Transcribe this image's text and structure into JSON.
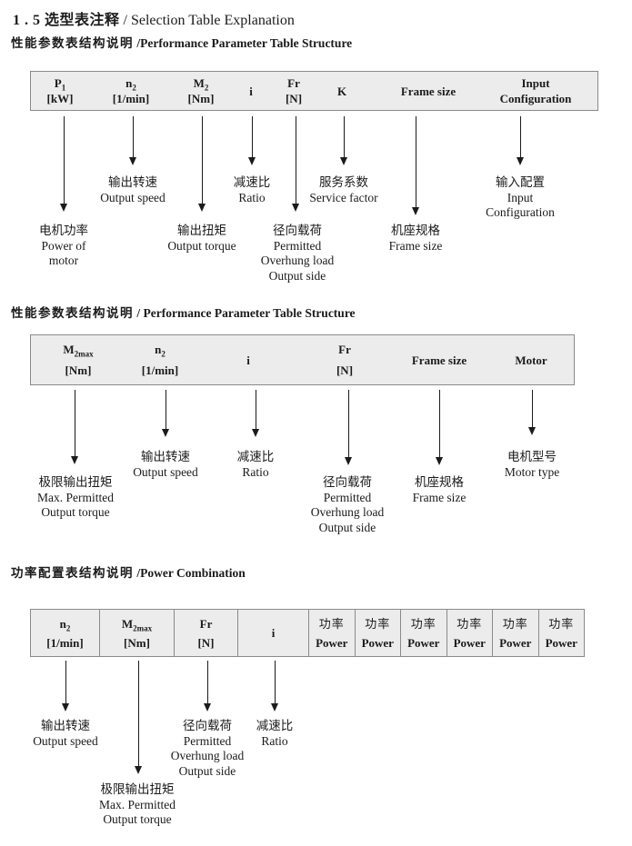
{
  "title": {
    "zh": "1 . 5 选型表注释",
    "en": "/ Selection Table Explanation"
  },
  "colors": {
    "table_bg": "#ececec",
    "table_border": "#8a8a8a",
    "text": "#1b1b1b"
  },
  "sections": [
    {
      "heading": {
        "zh": "性能参数表结构说明",
        "en": "/Performance Parameter Table Structure"
      },
      "table": [
        {
          "m": "P",
          "s": "1",
          "u": "[kW]"
        },
        {
          "m": "n",
          "s": "2",
          "u": "[1/min]"
        },
        {
          "m": "M",
          "s": "2",
          "u": "[Nm]"
        },
        {
          "m": "i",
          "s": "",
          "u": ""
        },
        {
          "m": "Fr",
          "s": "",
          "u": "[N]"
        },
        {
          "m": "K",
          "s": "",
          "u": ""
        },
        {
          "m": "Frame size",
          "s": "",
          "u": ""
        },
        {
          "m": "Input",
          "s": "",
          "u": "Configuration"
        }
      ],
      "labels": [
        "电机功率\nPower of\nmotor",
        "输出转速\nOutput speed",
        "输出扭矩\nOutput torque",
        "减速比\nRatio",
        "径向载荷\nPermitted\nOverhung load\nOutput side",
        "服务系数\nService factor",
        "机座规格\nFrame size",
        "输入配置\nInput\nConfiguration"
      ]
    },
    {
      "heading": {
        "zh": "性能参数表结构说明",
        "en": "/ Performance Parameter Table Structure"
      },
      "table": [
        {
          "m": "M",
          "s": "2max",
          "u": "[Nm]"
        },
        {
          "m": "n",
          "s": "2",
          "u": "[1/min]"
        },
        {
          "m": "i",
          "s": "",
          "u": ""
        },
        {
          "m": "Fr",
          "s": "",
          "u": "[N]"
        },
        {
          "m": "Frame size",
          "s": "",
          "u": ""
        },
        {
          "m": "Motor",
          "s": "",
          "u": ""
        }
      ],
      "labels": [
        "极限输出扭矩\nMax. Permitted\nOutput  torque",
        "输出转速\nOutput speed",
        "减速比\nRatio",
        "径向载荷\nPermitted\nOverhung load\nOutput side",
        "机座规格\nFrame size",
        "电机型号\nMotor type"
      ]
    },
    {
      "heading": {
        "zh": "功率配置表结构说明",
        "en": "/Power Combination"
      },
      "table": [
        {
          "m": "n",
          "s": "2",
          "u": "[1/min]"
        },
        {
          "m": "M",
          "s": "2max",
          "u": "[Nm]"
        },
        {
          "m": "Fr",
          "s": "",
          "u": "[N]"
        },
        {
          "m": "i",
          "s": "",
          "u": ""
        },
        {
          "m": "功率",
          "s": "",
          "u": "Power"
        },
        {
          "m": "功率",
          "s": "",
          "u": "Power"
        },
        {
          "m": "功率",
          "s": "",
          "u": "Power"
        },
        {
          "m": "功率",
          "s": "",
          "u": "Power"
        },
        {
          "m": "功率",
          "s": "",
          "u": "Power"
        },
        {
          "m": "功率",
          "s": "",
          "u": "Power"
        }
      ],
      "labels": [
        "输出转速\nOutput speed",
        "极限输出扭矩\nMax. Permitted\nOutput  torque",
        "径向载荷\nPermitted\nOverhung load\nOutput side",
        "减速比\nRatio"
      ]
    }
  ]
}
